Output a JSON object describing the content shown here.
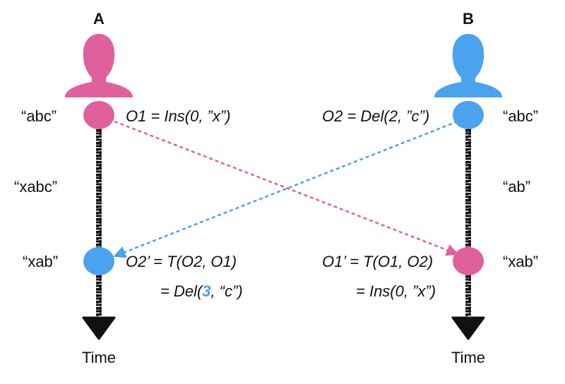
{
  "users": {
    "a": {
      "name": "A",
      "color": "#e0609e"
    },
    "b": {
      "name": "B",
      "color": "#4aa3ee"
    }
  },
  "timeline_color": "#111111",
  "time_label": "Time",
  "states": {
    "a_initial": "“abc”",
    "a_middle": "“xabc”",
    "a_final": "“xab”",
    "b_initial": "“abc”",
    "b_middle": "“ab”",
    "b_final": "“xab”"
  },
  "ops": {
    "o1": "O1 = Ins(0, ”x”)",
    "o2": "O2 = Del(2, ”c”)",
    "o2_prime_line1": "O2’ = T(O2, O1)",
    "o2_prime_line2_pre": "= Del(",
    "o2_prime_line2_num": "3",
    "o2_prime_line2_post": ", “c”)",
    "o1_prime_line1": "O1’ = T(O1, O2)",
    "o1_prime_line2": "= Ins(0, ”x”)"
  }
}
